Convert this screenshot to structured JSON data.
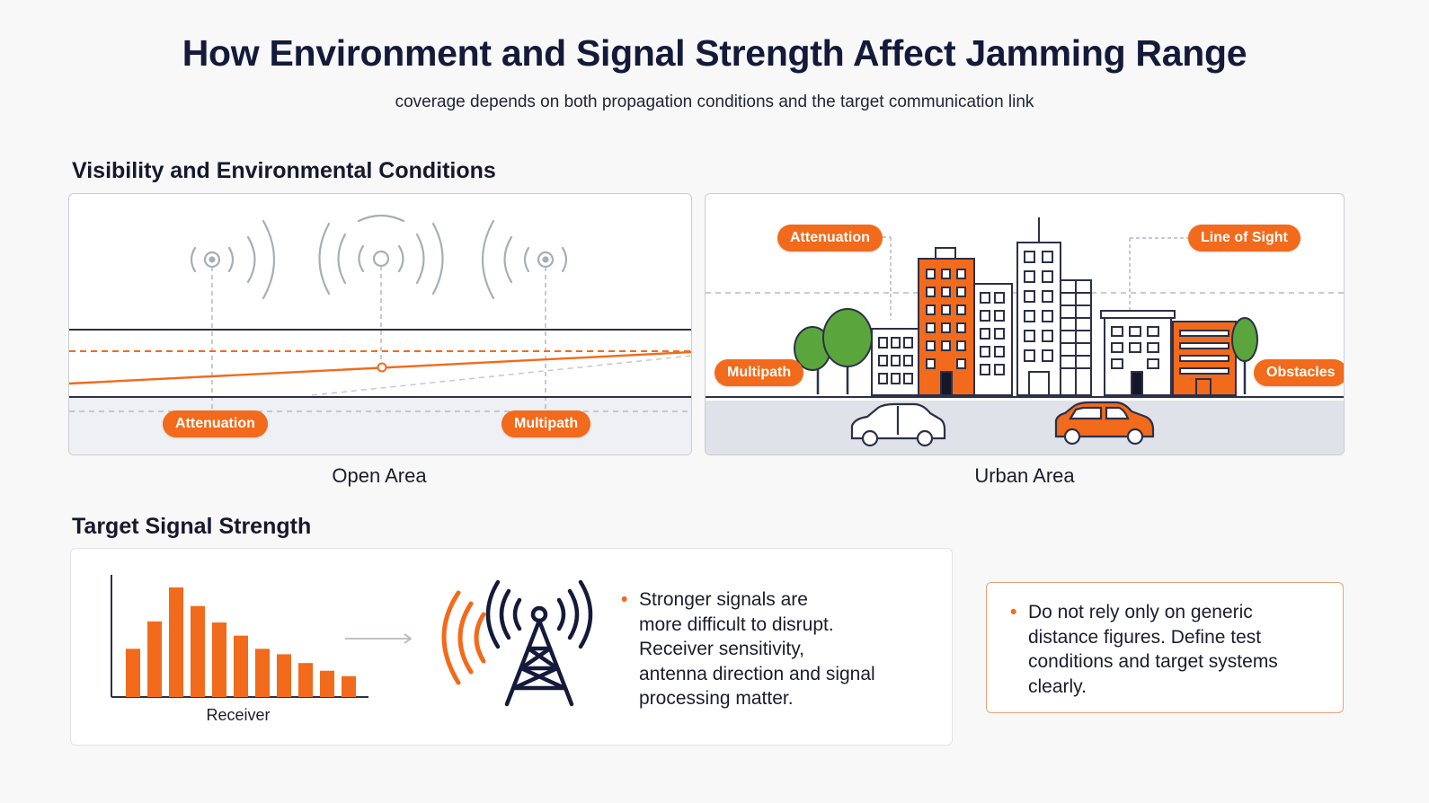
{
  "header": {
    "title": "How Environment and Signal Strength Affect Jamming Range",
    "subtitle": "coverage depends on both propagation conditions and the target communication link"
  },
  "visibility_section": {
    "title": "Visibility and Environmental Conditions",
    "open_area": {
      "caption": "Open Area",
      "labels": {
        "attenuation": "Attenuation",
        "multipath": "Multipath"
      }
    },
    "urban_area": {
      "caption": "Urban Area",
      "labels": {
        "attenuation": "Attenuation",
        "line_of_sight": "Line of Sight",
        "multipath": "Multipath",
        "obstacles": "Obstacles"
      }
    }
  },
  "signal_section": {
    "title": "Target Signal Strength",
    "receiver_label": "Receiver",
    "bar_levels": [
      0.44,
      0.69,
      1.0,
      0.83,
      0.68,
      0.56,
      0.44,
      0.39,
      0.31,
      0.24,
      0.19
    ],
    "bullet_text": [
      "Stronger signals are",
      "more difficult to disrupt.",
      "Receiver sensitivity,",
      "antenna direction and signal",
      "processing matter."
    ],
    "note_text": [
      "Do not rely only on generic",
      "distance figures. Define test",
      "conditions and target systems",
      "clearly."
    ]
  },
  "colors": {
    "accent": "#f26a1b",
    "navy": "#141a3a",
    "green": "#5aa63c"
  },
  "icons": [
    "antenna-waves-icon",
    "tree-icon",
    "car-icon",
    "signal-tower-icon",
    "bar-chart-icon",
    "arrow-right-icon"
  ]
}
